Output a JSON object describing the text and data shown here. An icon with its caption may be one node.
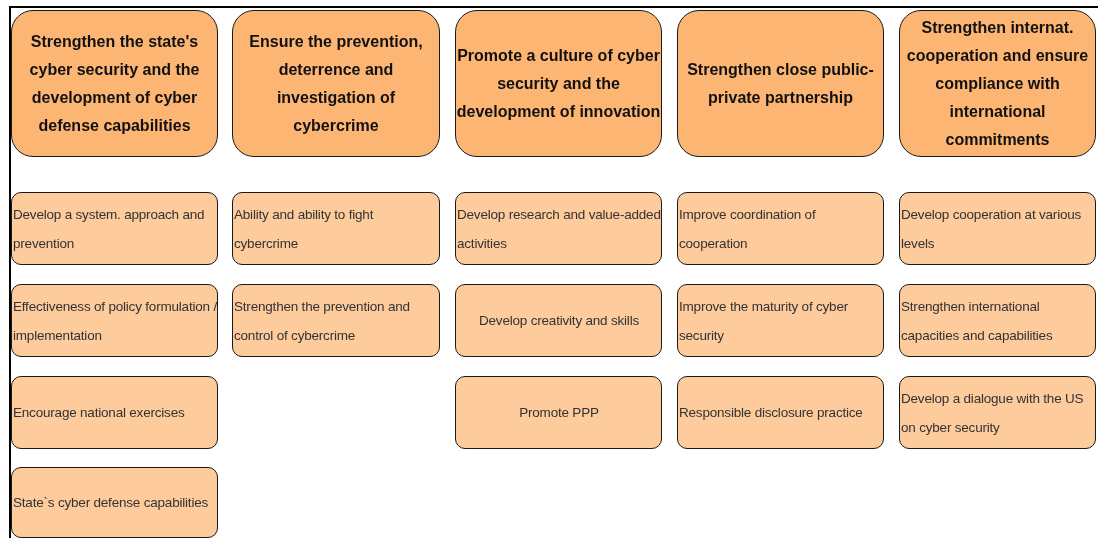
{
  "diagram": {
    "nodes": [
      {
        "text": [
          "Strengthen the state's cyber security and the development of cyber defense capabilities"
        ]
      },
      {
        "text": [
          "Ensure the prevention, deterrence and investigation of cybercrime"
        ]
      },
      {
        "text": [
          "Promote a culture of cyber security and the development of innovation"
        ]
      },
      {
        "text": [
          "Strengthen close public-private partnership"
        ]
      },
      {
        "text": [
          "Strengthen internat. cooperation and ensure compliance with international commitments"
        ]
      },
      {
        "text": [
          "Develop a system. approach and prevention"
        ]
      },
      {
        "text": [
          "Effectiveness of policy formulation / implementation"
        ]
      },
      {
        "text": [
          "Encourage national exercises"
        ]
      },
      {
        "text": [
          "State`s cyber defense capabilities"
        ]
      },
      {
        "text": [
          "Ability and ability to fight cybercrime"
        ]
      },
      {
        "text": [
          "Strengthen the prevention and control of cybercrime"
        ]
      },
      {
        "text": [
          "Develop research and value-added activities"
        ]
      },
      {
        "text": [
          "Develop creativity and skills"
        ]
      },
      {
        "text": [
          "Promote PPP"
        ]
      },
      {
        "text": [
          "Improve coordination of cooperation"
        ]
      },
      {
        "text": [
          "Improve the maturity of cyber security"
        ]
      },
      {
        "text": [
          "Responsible disclosure practice"
        ]
      },
      {
        "text": [
          "Develop cooperation at various levels"
        ]
      },
      {
        "text": [
          "Strengthen international capacities and capabilities"
        ]
      },
      {
        "text": [
          "Develop a dialogue with the US on cyber security"
        ]
      }
    ],
    "edges": []
  }
}
